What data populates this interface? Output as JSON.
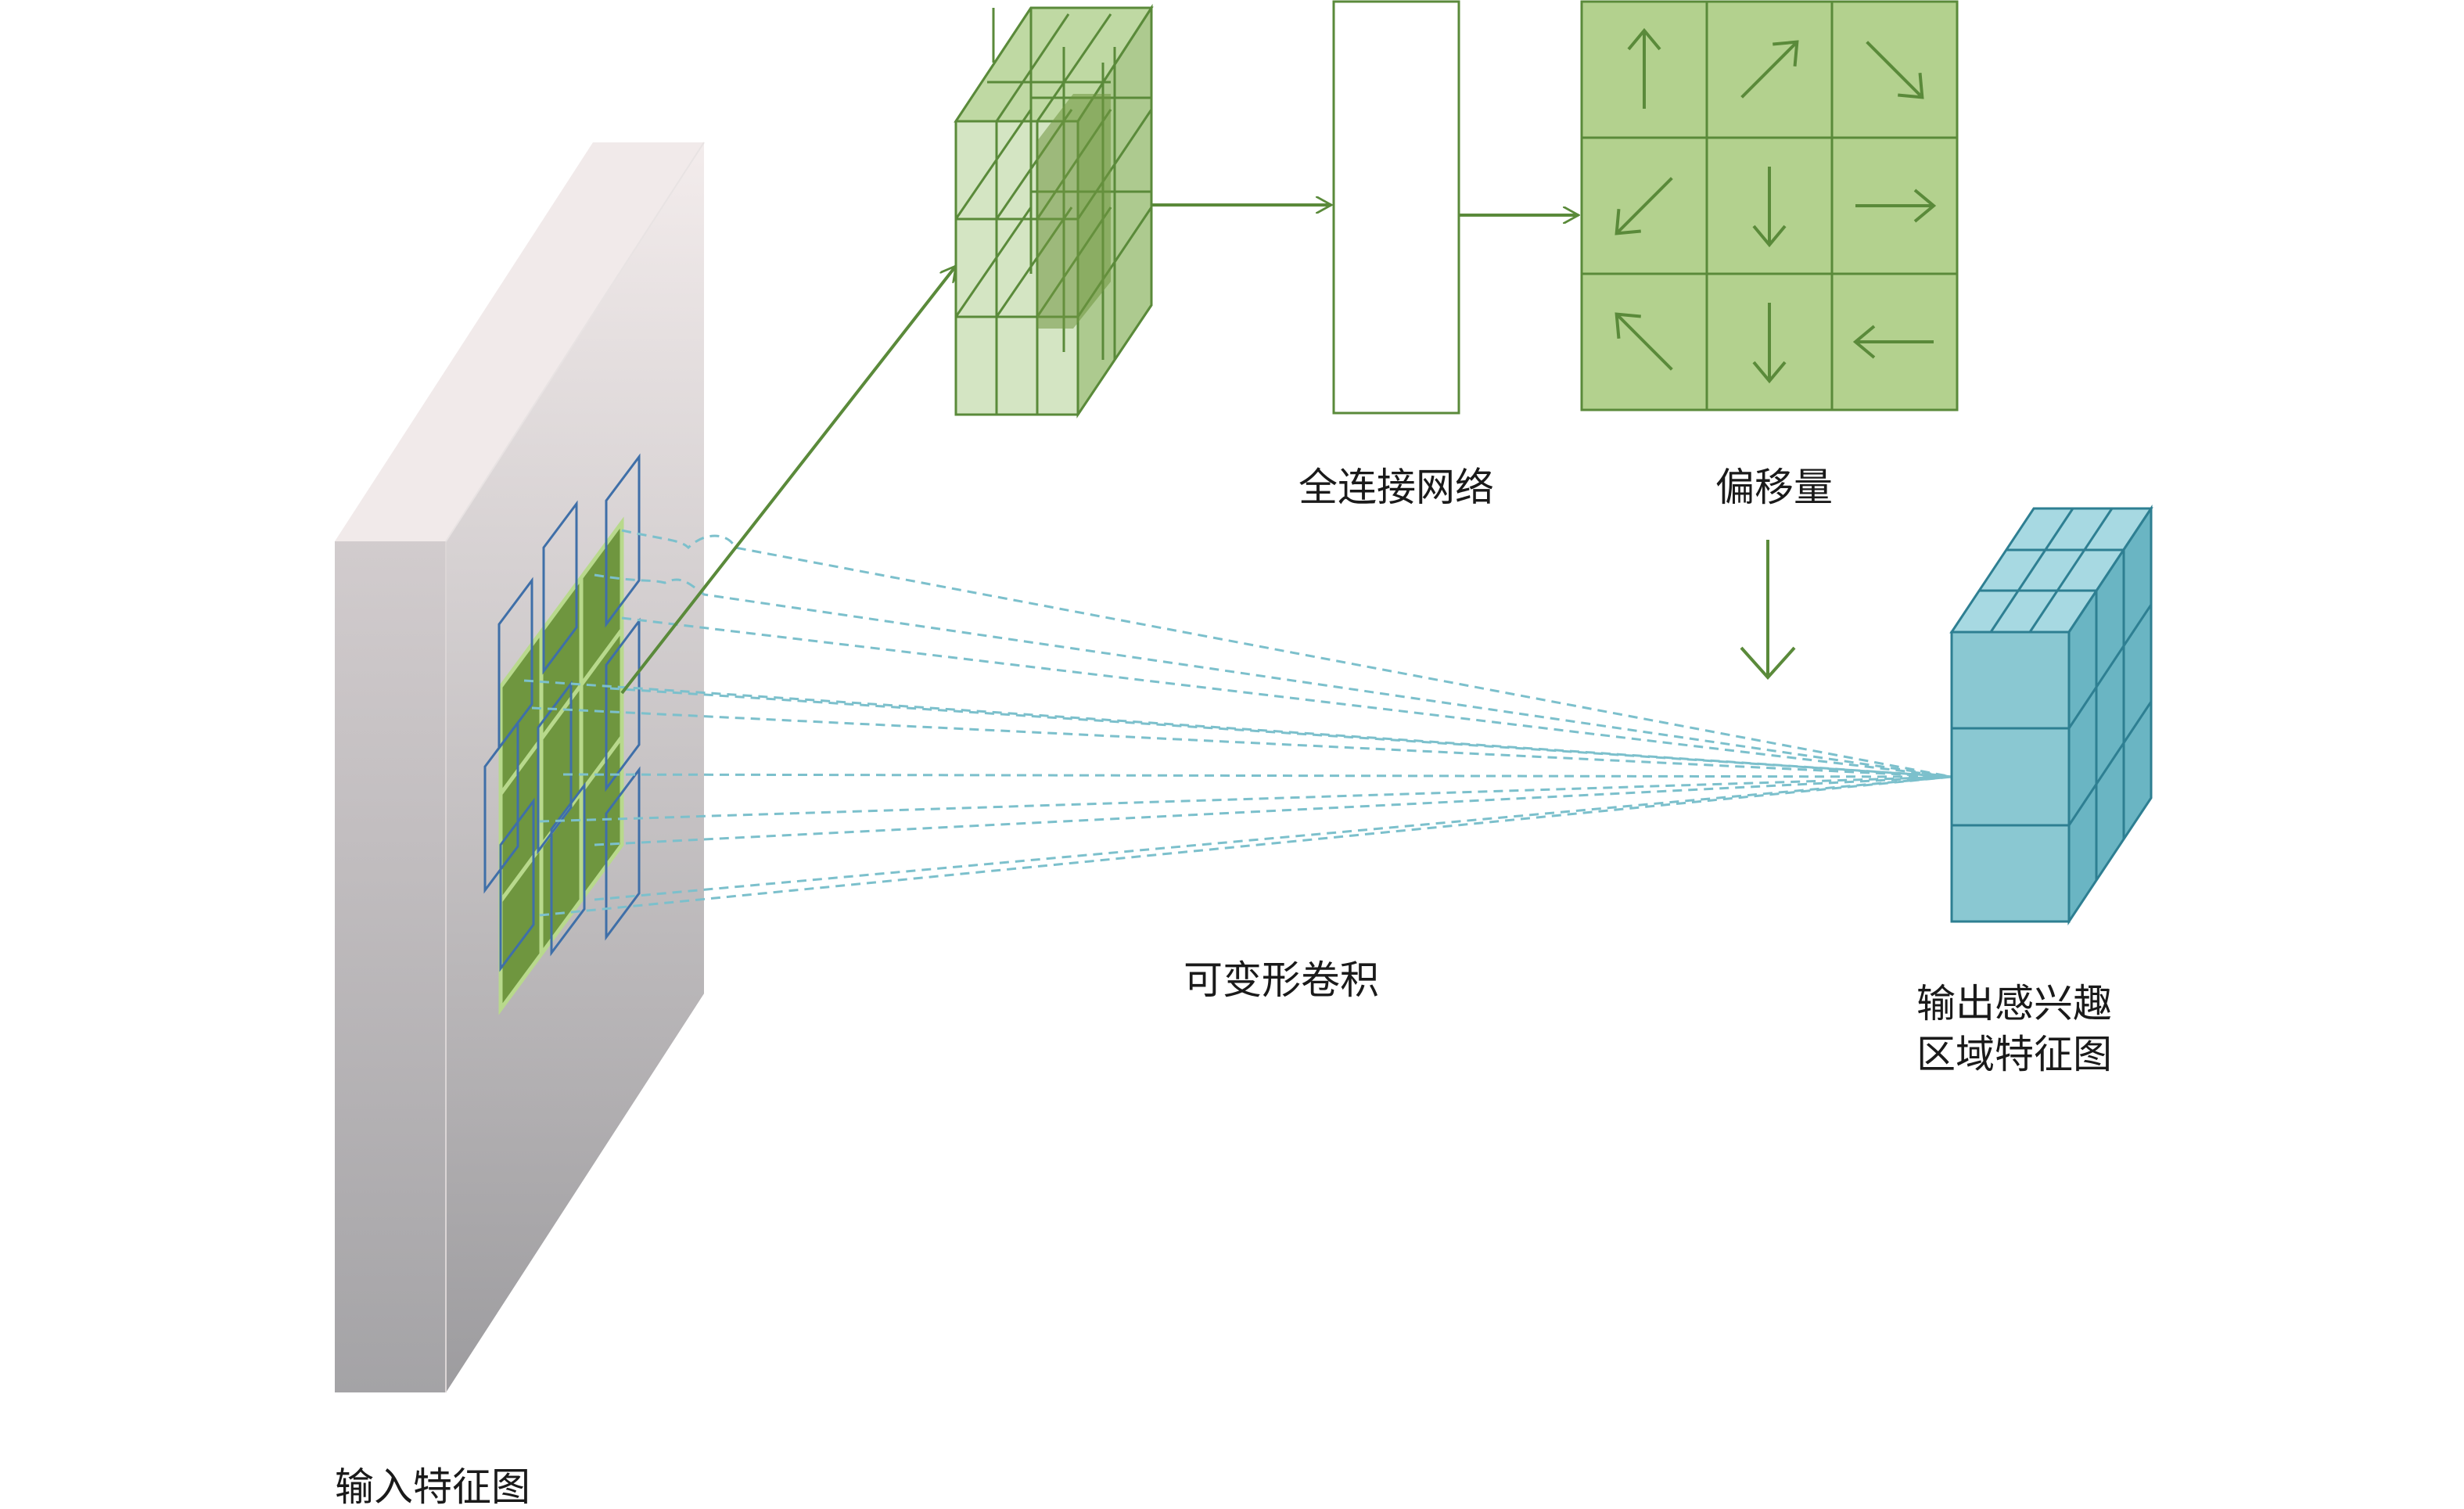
{
  "labels": {
    "input_feature_map": "输入特征图",
    "fully_connected_network": "全连接网络",
    "offsets": "偏移量",
    "deformable_convolution": "可变形卷积",
    "output_roi_line1": "输出感兴趣",
    "output_roi_line2": "区域特征图"
  },
  "offset_grid": {
    "rows": [
      [
        "up-arrow-icon",
        "up-right-arrow-icon",
        "down-right-arrow-icon"
      ],
      [
        "down-left-arrow-icon",
        "down-arrow-icon",
        "right-arrow-icon"
      ],
      [
        "up-left-arrow-icon",
        "down-arrow-icon",
        "left-arrow-icon"
      ]
    ]
  },
  "colors": {
    "feature_map_top": "#f2ebeb",
    "feature_map_bottom": "#9a9a9c",
    "green_fill": "#b3d18e",
    "green_stroke": "#5a8a3a",
    "dark_green": "#6f963f",
    "kernel_outline": "#3f6fa8",
    "teal_fill": "#8ac8d2",
    "teal_side": "#6ab5c3",
    "teal_stroke": "#2e7f92",
    "dashed_line": "#7cc0cc"
  }
}
